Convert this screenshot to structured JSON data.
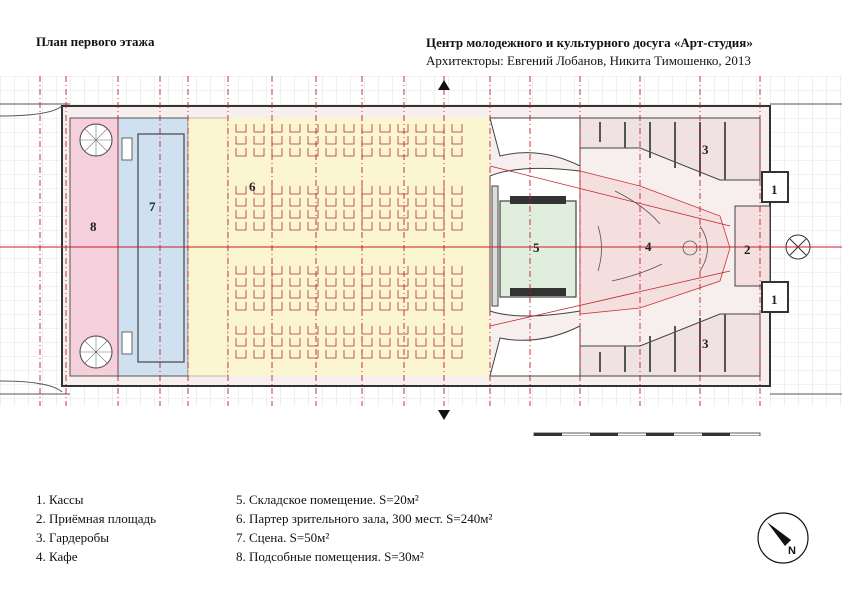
{
  "header": {
    "left_title": "План первого этажа",
    "right_title": "Центр молодежного и культурного досуга «Арт-студия»",
    "architects": "Архитекторы: Евгений Лобанов,  Никита Тимошенко, 2013"
  },
  "rooms": {
    "r1": "1",
    "r2": "2",
    "r3": "3",
    "r4": "4",
    "r5": "5",
    "r6": "6",
    "r7": "7",
    "r8": "8"
  },
  "legend": {
    "col1": [
      "1. Кассы",
      "2. Приёмная площадь",
      "3. Гардеробы",
      "4. Кафе"
    ],
    "col2": [
      "5. Складское помещение. S=20м²",
      "6. Партер зрительного зала, 300 мест. S=240м²",
      "7. Сцена. S=50м²",
      "8. Подсобные помещения. S=30м²"
    ]
  },
  "compass": {
    "north_label": "N"
  },
  "colors": {
    "pink": "#f6cfdc",
    "blue": "#cfe0f1",
    "cream": "#fbf6cf",
    "green": "#dfeedd",
    "wardrobe": "#f0e2e2",
    "axis_red": "#c0202a",
    "wall": "#333333"
  }
}
